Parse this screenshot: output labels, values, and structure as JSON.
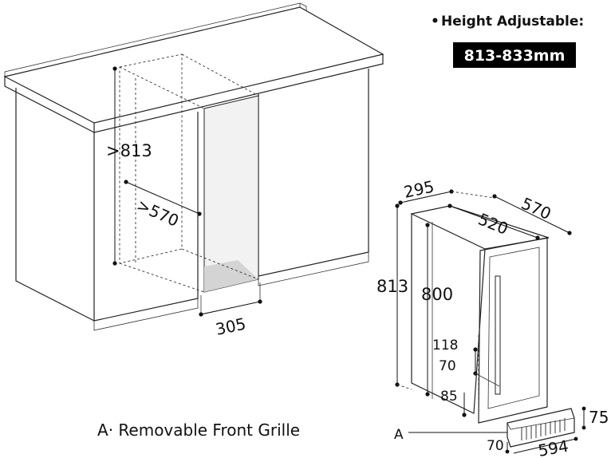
{
  "header": {
    "bullet": "•",
    "title": "Height Adjustable:",
    "badge": "813-833mm"
  },
  "cabinet": {
    "height": ">813",
    "depth": ">570",
    "width": "305"
  },
  "appliance": {
    "width": "295",
    "depth_body": "520",
    "depth_total": "570",
    "height_total": "813",
    "height_body": "800",
    "dim_118": "118",
    "dim_70_side": "70",
    "dim_85": "85",
    "grille_height": "75",
    "grille_depth": "70",
    "grille_width": "594",
    "grille_label": "A"
  },
  "caption": {
    "prefix": "A",
    "separator": "·",
    "text": " Removable Front Grille"
  },
  "colors": {
    "badge_bg": "#000000",
    "line": "#222222",
    "recess_fill": "#f0f0f0",
    "shadow_fill": "#d8d8d8"
  }
}
